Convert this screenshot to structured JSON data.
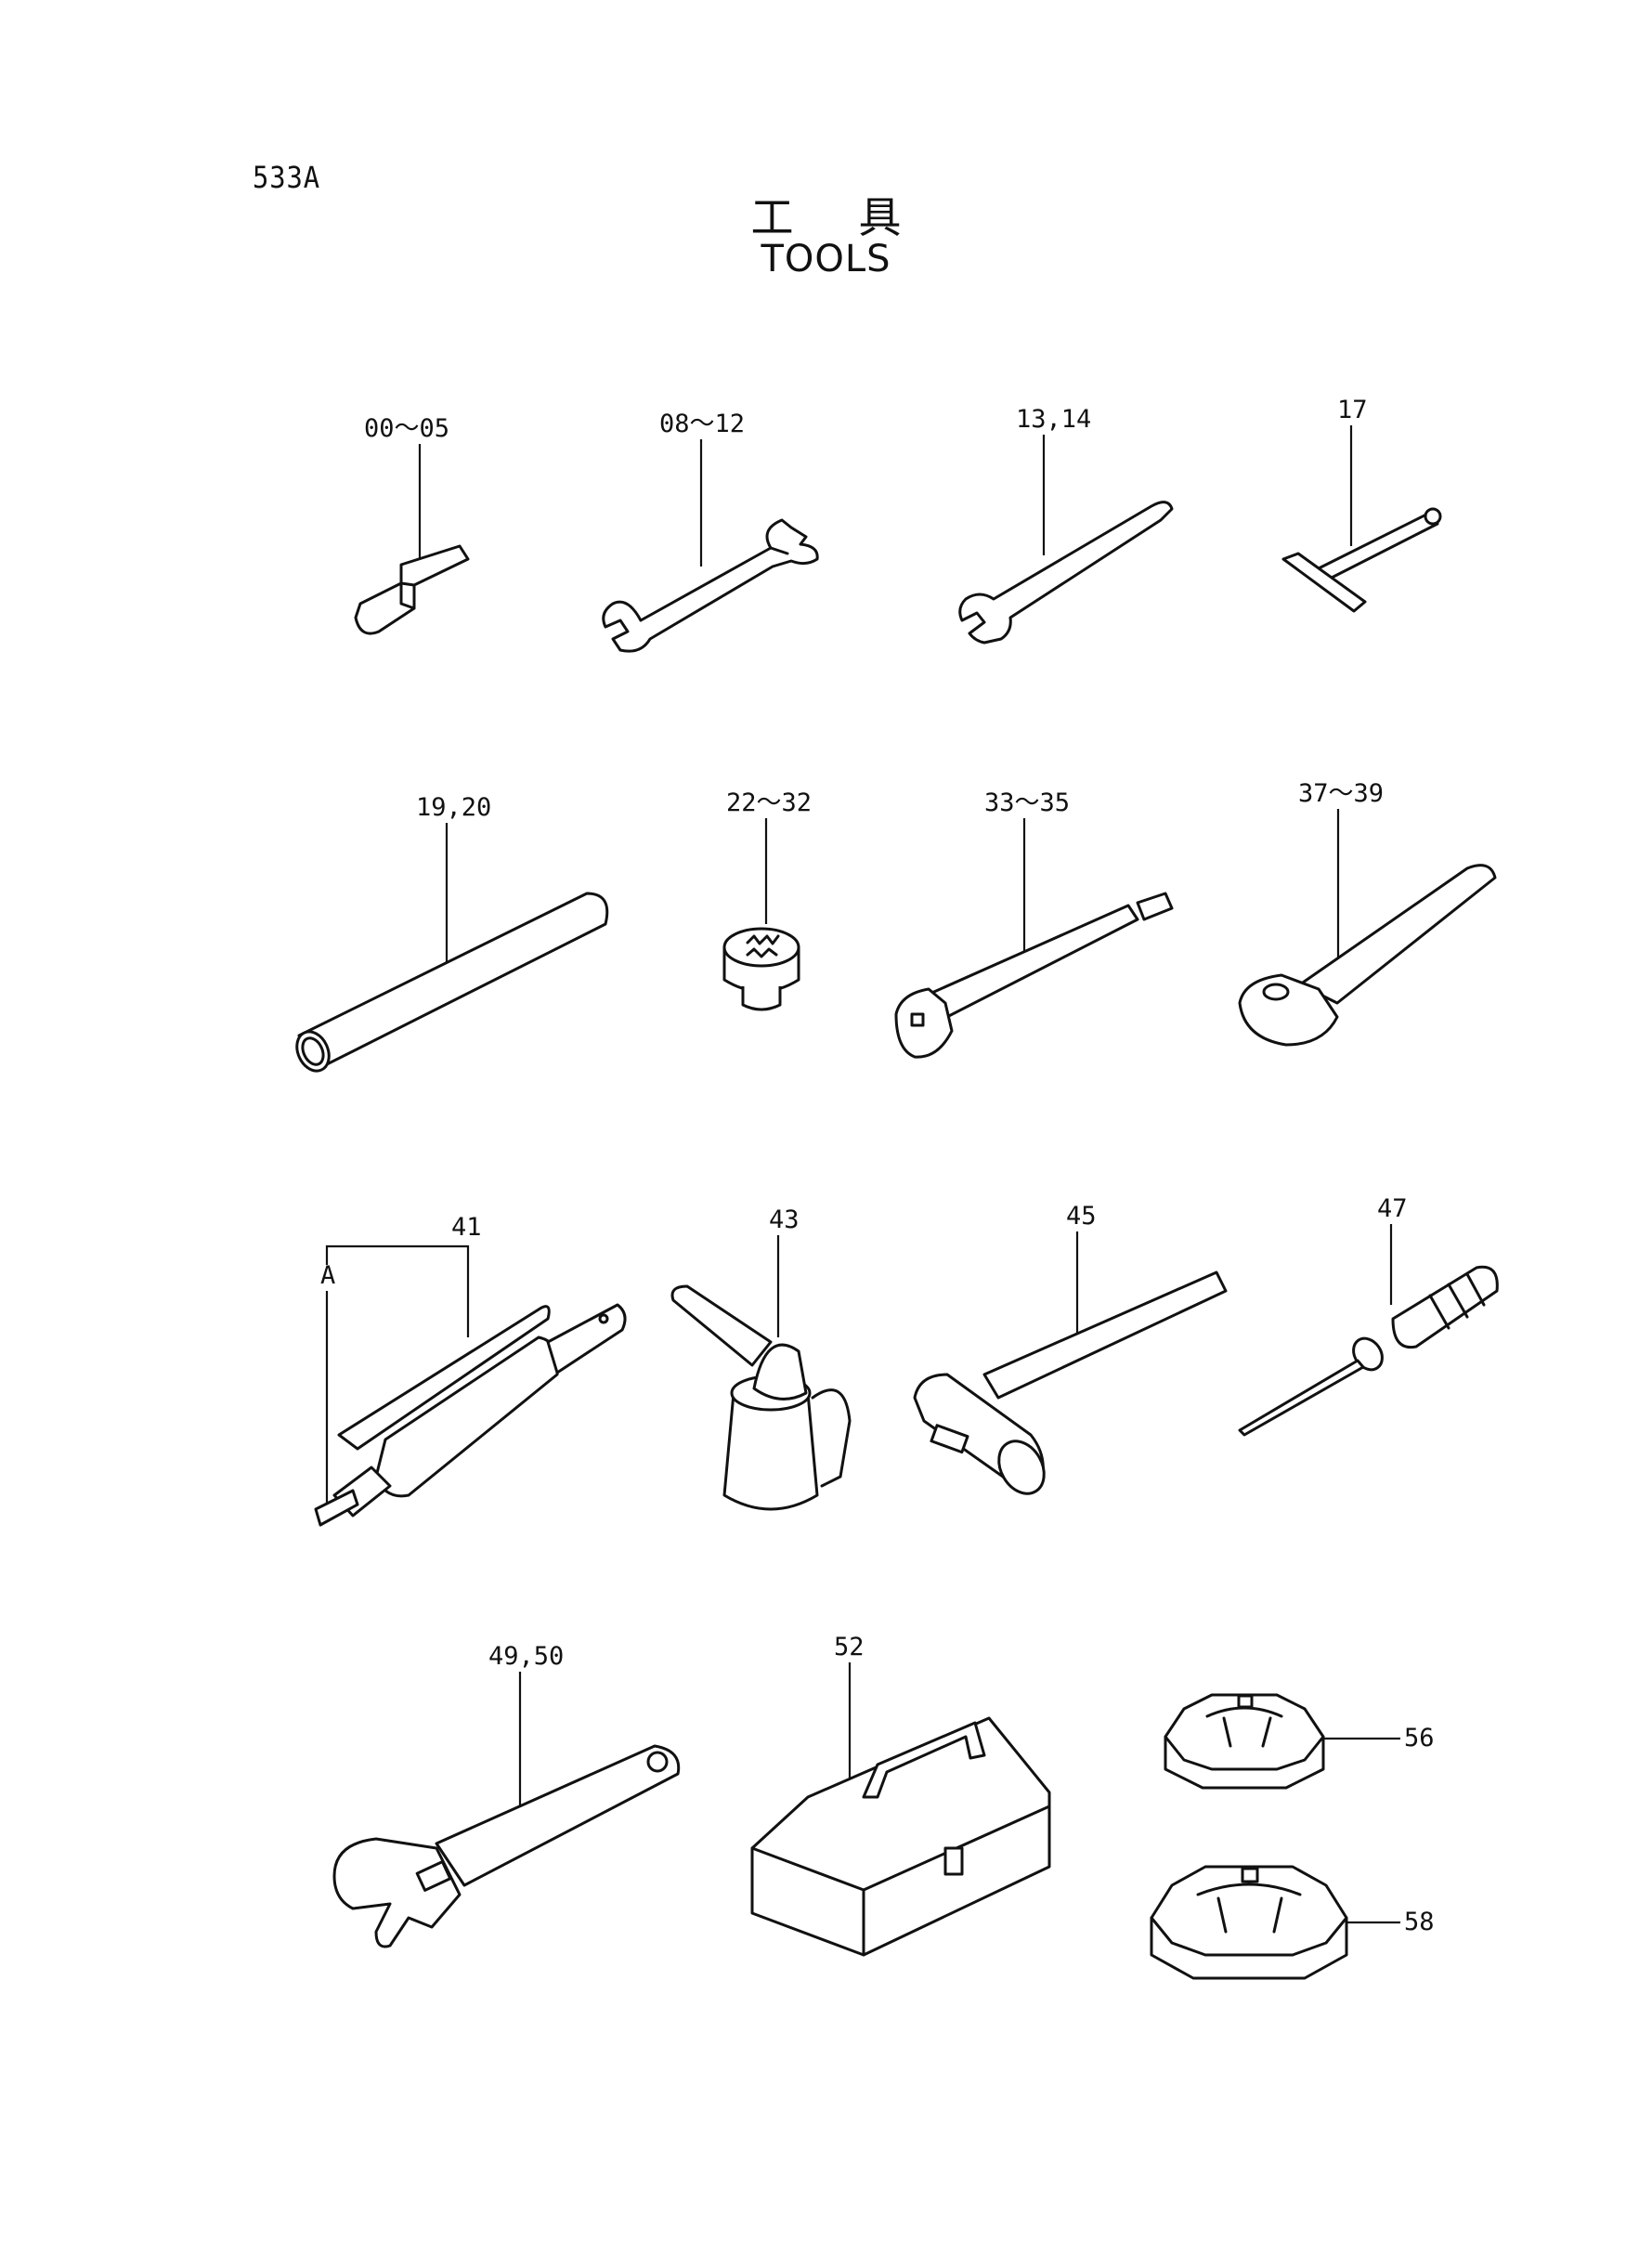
{
  "page_id": "533A",
  "title_jp": "工具",
  "title_en": "TOOLS",
  "callouts": {
    "hex_key": "00～05",
    "wrench_small": "08～12",
    "wrench_single": "13,14",
    "t_wrench": "17",
    "pipe": "19,20",
    "socket": "22～32",
    "extension_bar": "33～35",
    "ratchet": "37～39",
    "grease_gun": "41",
    "grease_gun_part_a": "A",
    "oil_can": "43",
    "hammer": "45",
    "screwdriver": "47",
    "adjustable_wrench": "49,50",
    "tool_box": "52",
    "filter_wrench_small": "56",
    "filter_wrench_large": "58"
  }
}
